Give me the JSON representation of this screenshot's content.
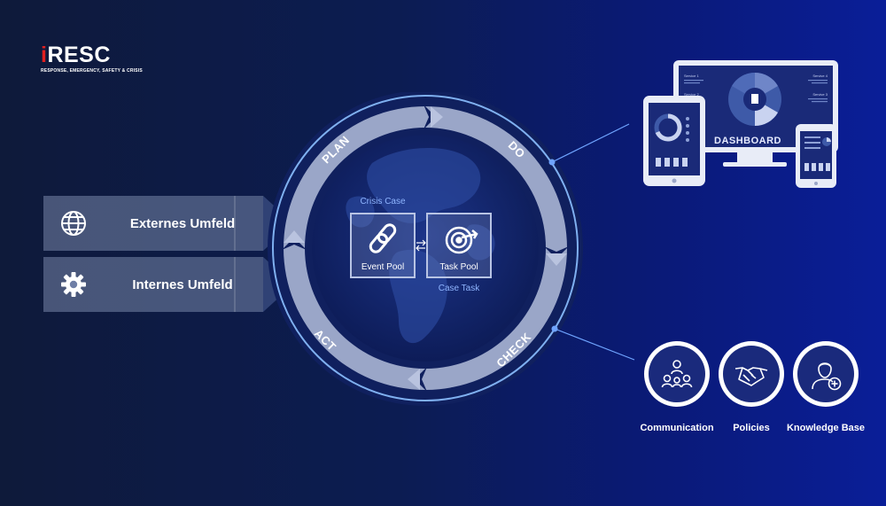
{
  "logo": {
    "brand_mark": "i",
    "brand_rest": "RESC",
    "tagline": "RESPONSE, EMERGENCY, SAFETY & CRISIS"
  },
  "environments": [
    {
      "label": "Externes Umfeld",
      "icon": "globe-icon"
    },
    {
      "label": "Internes Umfeld",
      "icon": "gear-icon"
    }
  ],
  "cycle": {
    "stages": [
      "PLAN",
      "DO",
      "CHECK",
      "ACT"
    ],
    "crisis_case_label": "Crisis Case",
    "event_pool_label": "Event Pool",
    "task_pool_label": "Task Pool",
    "case_task_label": "Case Task"
  },
  "dashboard": {
    "title": "DASHBOARD",
    "services": [
      "Service 1",
      "Service 2",
      "Service 3",
      "Service 4"
    ]
  },
  "tools": [
    {
      "label": "Communication",
      "icon": "people-network-icon"
    },
    {
      "label": "Policies",
      "icon": "handshake-icon"
    },
    {
      "label": "Knowledge Base",
      "icon": "person-plus-icon"
    }
  ],
  "colors": {
    "accent": "#8fb5ff",
    "logo_red": "#e02020",
    "ring": "#7fb0f0"
  }
}
